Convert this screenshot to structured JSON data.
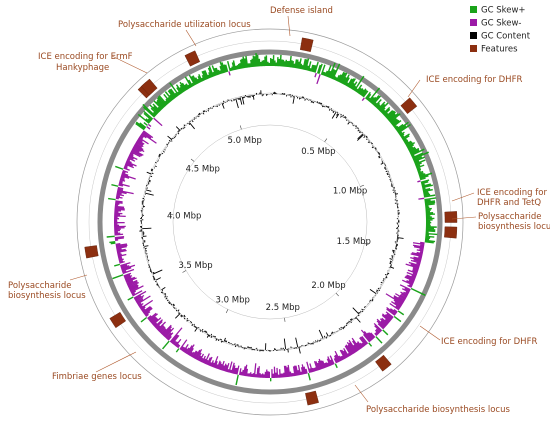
{
  "colors": {
    "gc_skew_plus": "#1aa31a",
    "gc_skew_minus": "#9b1aa6",
    "gc_content": "#000000",
    "features": "#8c2f10",
    "backbone": "#8a8a8a",
    "label_text": "#9a4a22"
  },
  "legend": [
    {
      "name": "GC Skew+",
      "color": "#1aa31a"
    },
    {
      "name": "GC Skew-",
      "color": "#9b1aa6"
    },
    {
      "name": "GC Content",
      "color": "#000000"
    },
    {
      "name": "Features",
      "color": "#8c2f10"
    }
  ],
  "genome": {
    "size_mbp": 5.25,
    "ticks": [
      "0.5 Mbp",
      "1.0 Mbp",
      "1.5 Mbp",
      "2.0 Mbp",
      "2.5 Mbp",
      "3.0 Mbp",
      "3.5 Mbp",
      "4.0 Mbp",
      "4.5 Mbp",
      "5.0 Mbp"
    ]
  },
  "features": [
    {
      "label": "Defense island",
      "pos_mbp": 0.17
    },
    {
      "label": "ICE encoding for DHFR",
      "pos_mbp": 0.73
    },
    {
      "label": "ICE encoding for DHFR and TetQ",
      "pos_mbp": 1.29
    },
    {
      "label": "Polysaccharide biosynthesis locus",
      "pos_mbp": 1.36
    },
    {
      "label": "ICE encoding for DHFR",
      "pos_mbp": 2.06
    },
    {
      "label": "Polysaccharide biosynthesis locus",
      "pos_mbp": 2.43
    },
    {
      "label": "Fimbriae genes locus",
      "pos_mbp": 3.46
    },
    {
      "label": "Polysaccharide biosynthesis locus",
      "pos_mbp": 3.8
    },
    {
      "label": "ICE encoding for ErmF",
      "pos_mbp": 4.62
    },
    {
      "label": "Hankyphage",
      "pos_mbp": 4.64
    },
    {
      "label": "Polysaccharide utilization locus",
      "pos_mbp": 4.88
    }
  ],
  "label_text": {
    "defense": "Defense island",
    "dhfr1": "ICE encoding for DHFR",
    "dhfr_tetq": "ICE encoding for\nDHFR and TetQ",
    "poly1": "Polysaccharide\nbiosynthesis locus",
    "dhfr2": "ICE encoding for DHFR",
    "poly2": "Polysaccharide biosynthesis locus",
    "fimbriae": "Fimbriae genes locus",
    "poly3": "Polysaccharide\nbiosynthesis locus",
    "ermf": "ICE encoding for ErmF",
    "hanky": "Hankyphage",
    "pul": "Polysaccharide utilization locus"
  }
}
